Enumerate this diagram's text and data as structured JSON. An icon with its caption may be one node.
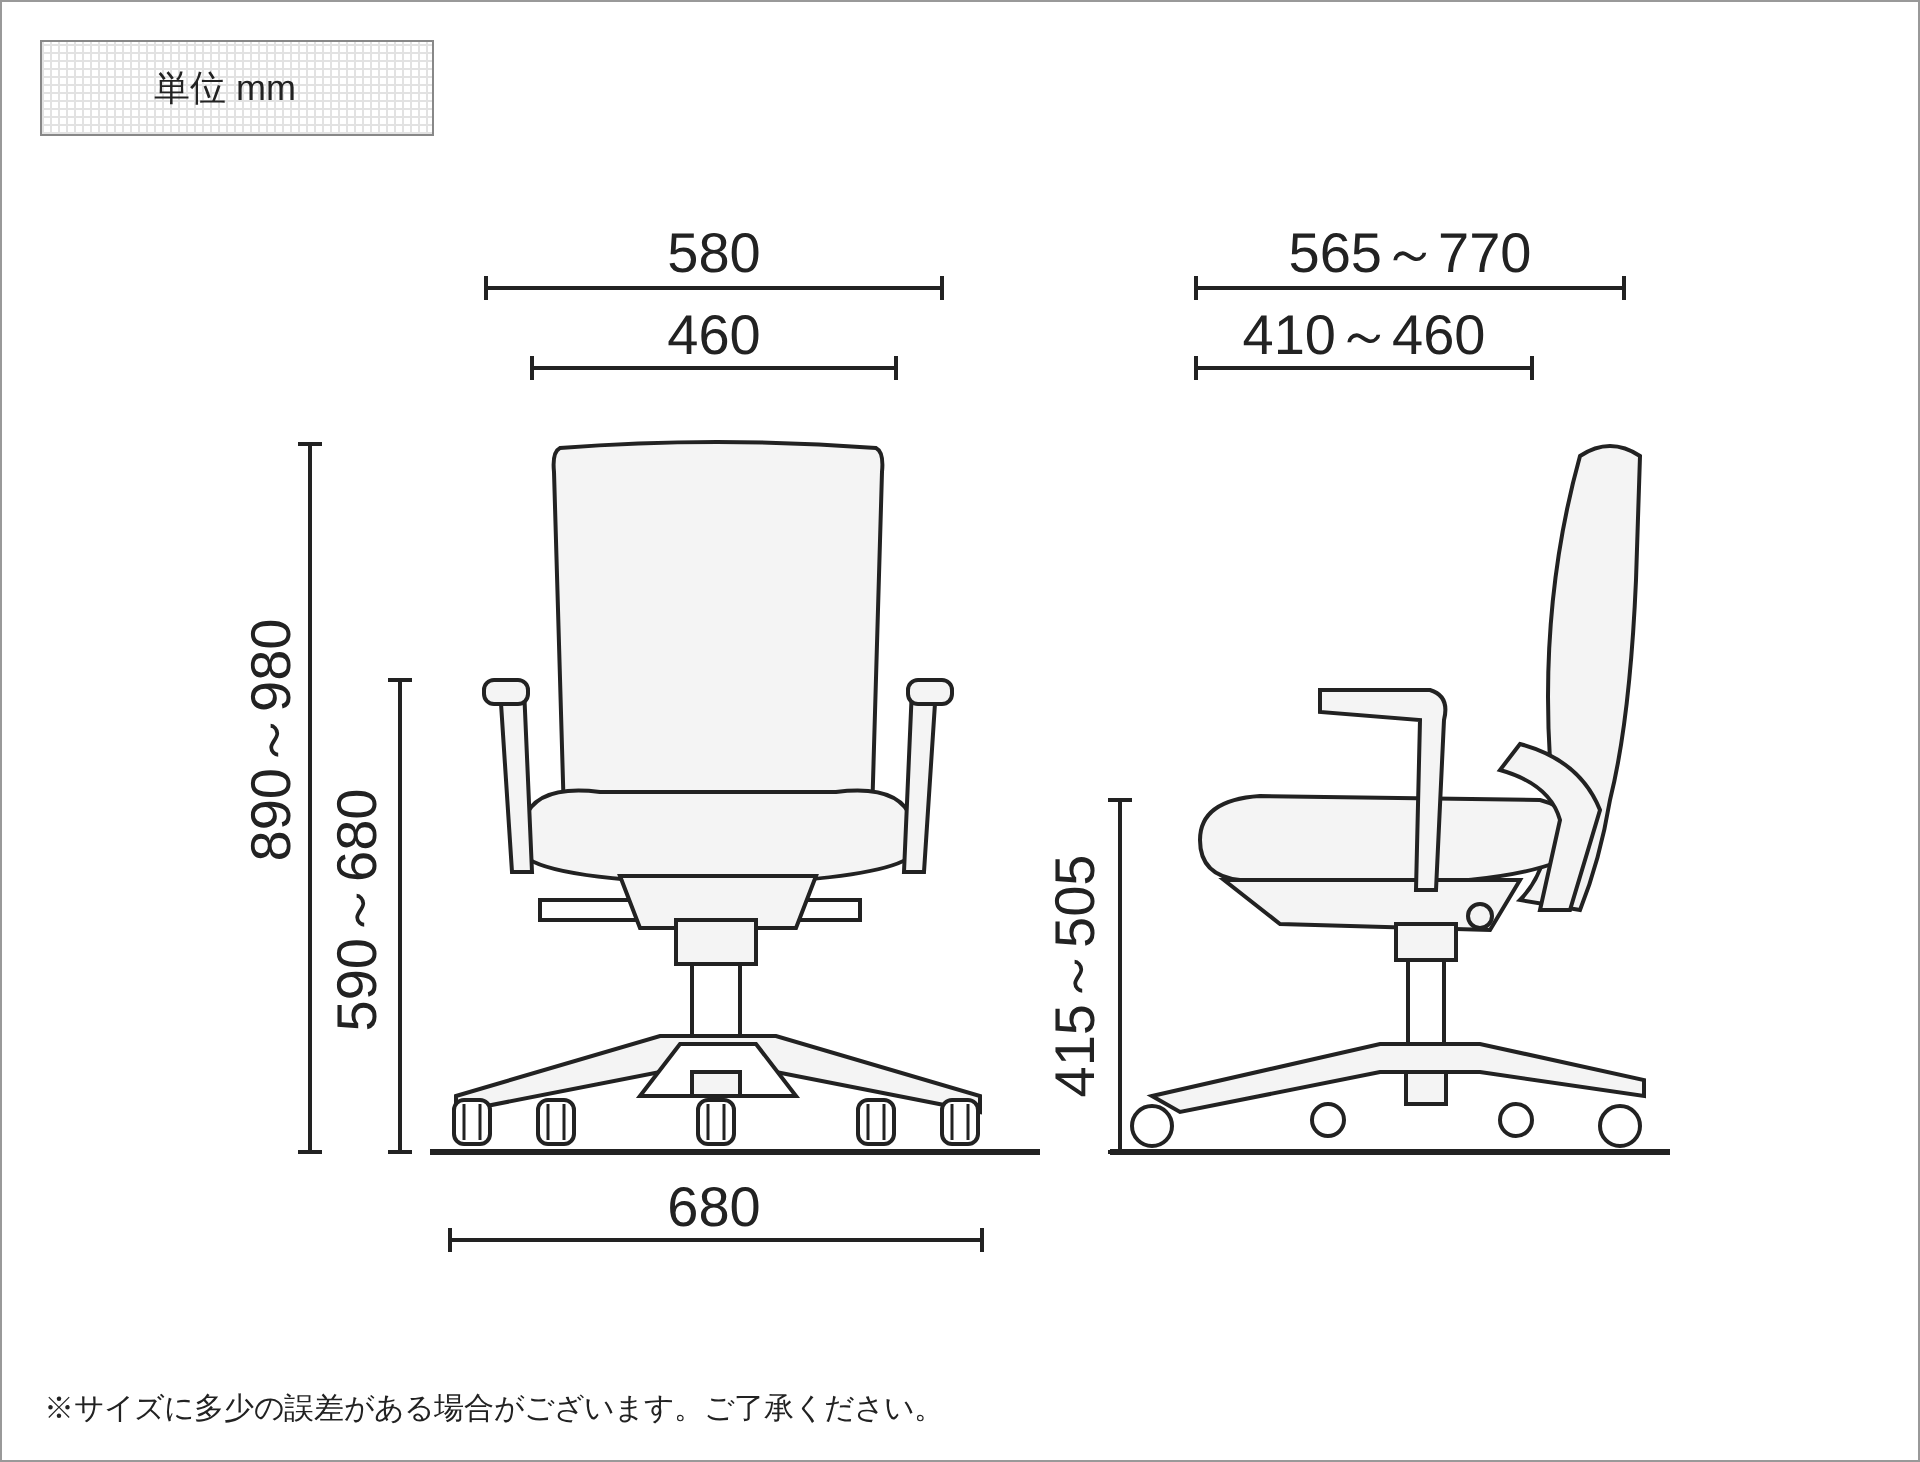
{
  "diagram": {
    "nodes": [
      {
        "text": [
          "単位 mm"
        ]
      }
    ],
    "labels": [
      "580",
      "460",
      "565～770",
      "410～460",
      "890～980",
      "590～680",
      "415～505",
      "680",
      "※サイズに多少の誤差がある場合がございます。ご了承ください。"
    ]
  }
}
